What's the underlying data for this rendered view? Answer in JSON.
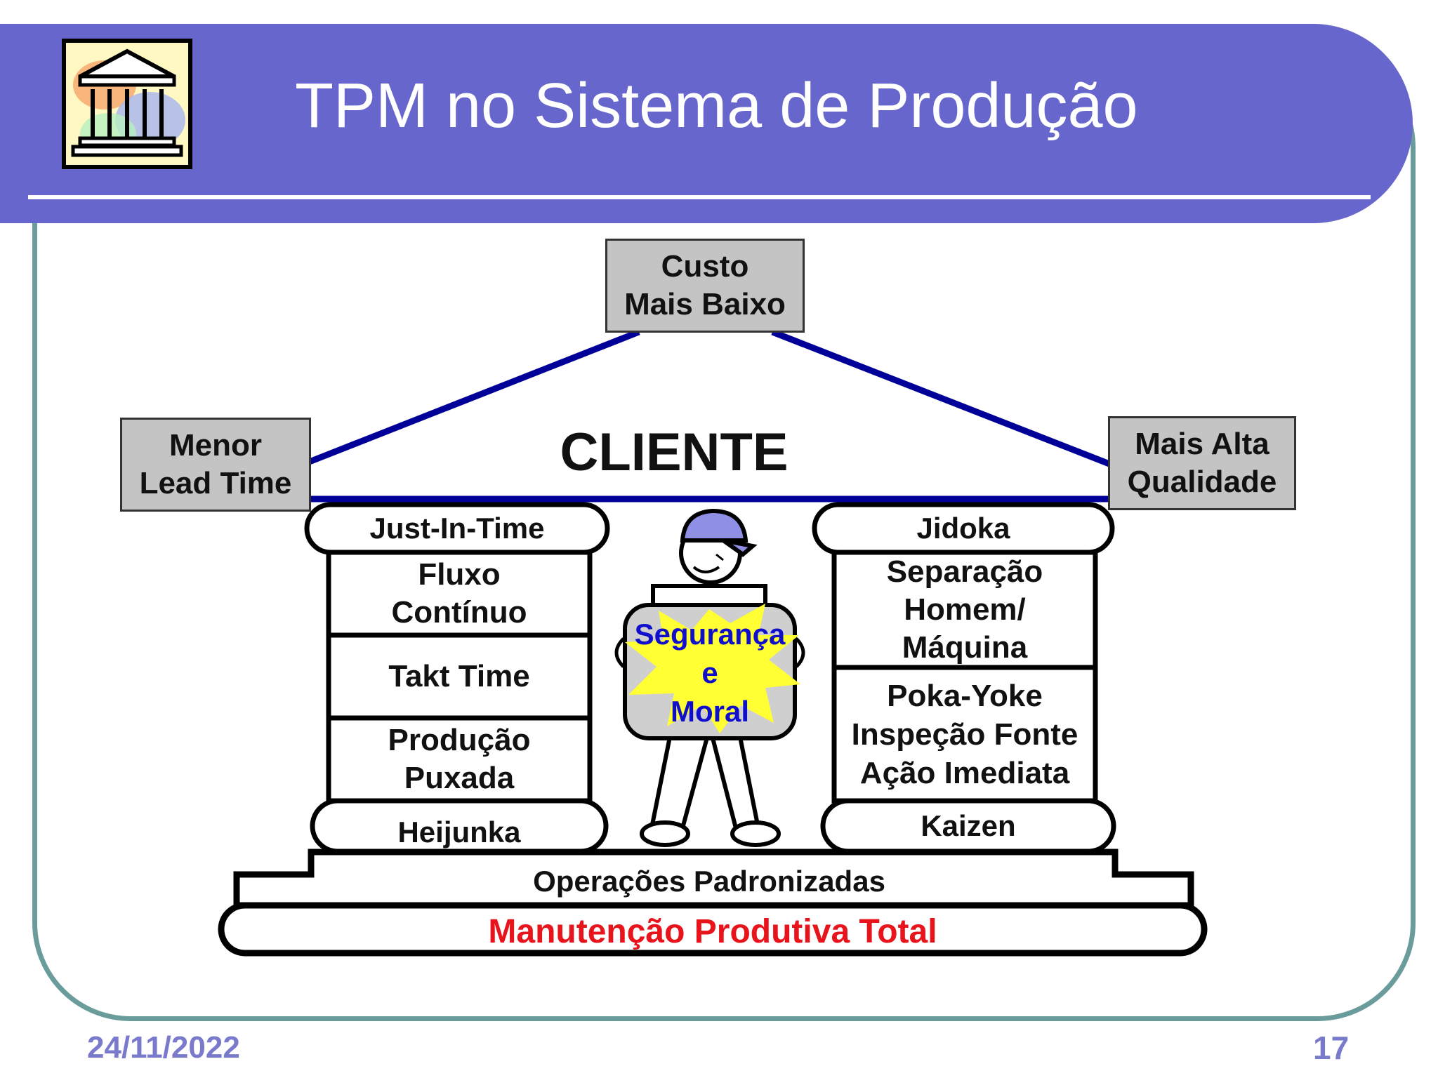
{
  "header": {
    "title": "TPM no Sistema de Produção",
    "logo": "building-columns-icon"
  },
  "diagram": {
    "top_box": "Custo\nMais Baixo",
    "left_box": "Menor\nLead Time",
    "right_box": "Mais Alta\nQualidade",
    "roof_label": "CLIENTE",
    "left_pillar": {
      "capital": "Just-In-Time",
      "items": [
        "Fluxo\nContínuo",
        "Takt Time",
        "Produção\nPuxada"
      ],
      "base": "Heijunka"
    },
    "center_figure": {
      "icon": "worker-with-hardhat-icon",
      "sign_line1": "Segurança",
      "sign_line2": "e",
      "sign_line3": "Moral"
    },
    "right_pillar": {
      "capital": "Jidoka",
      "items": [
        "Separação\nHomem/\nMáquina",
        "Poka-Yoke\nInspeção Fonte\nAção Imediata"
      ],
      "base": "Kaizen"
    },
    "step_label": "Operações Padronizadas",
    "foundation_label": "Manutenção Produtiva Total"
  },
  "colors": {
    "header": "#6766cc",
    "roof_line": "#000099",
    "foundation_text": "#e8141c",
    "sign_text": "#1010cc",
    "starburst": "#ffff33",
    "footer": "#7a7acc",
    "frame": "#6b9c9c",
    "box_fill": "#c4c4c4"
  },
  "footer": {
    "date": "24/11/2022",
    "page": "17"
  }
}
